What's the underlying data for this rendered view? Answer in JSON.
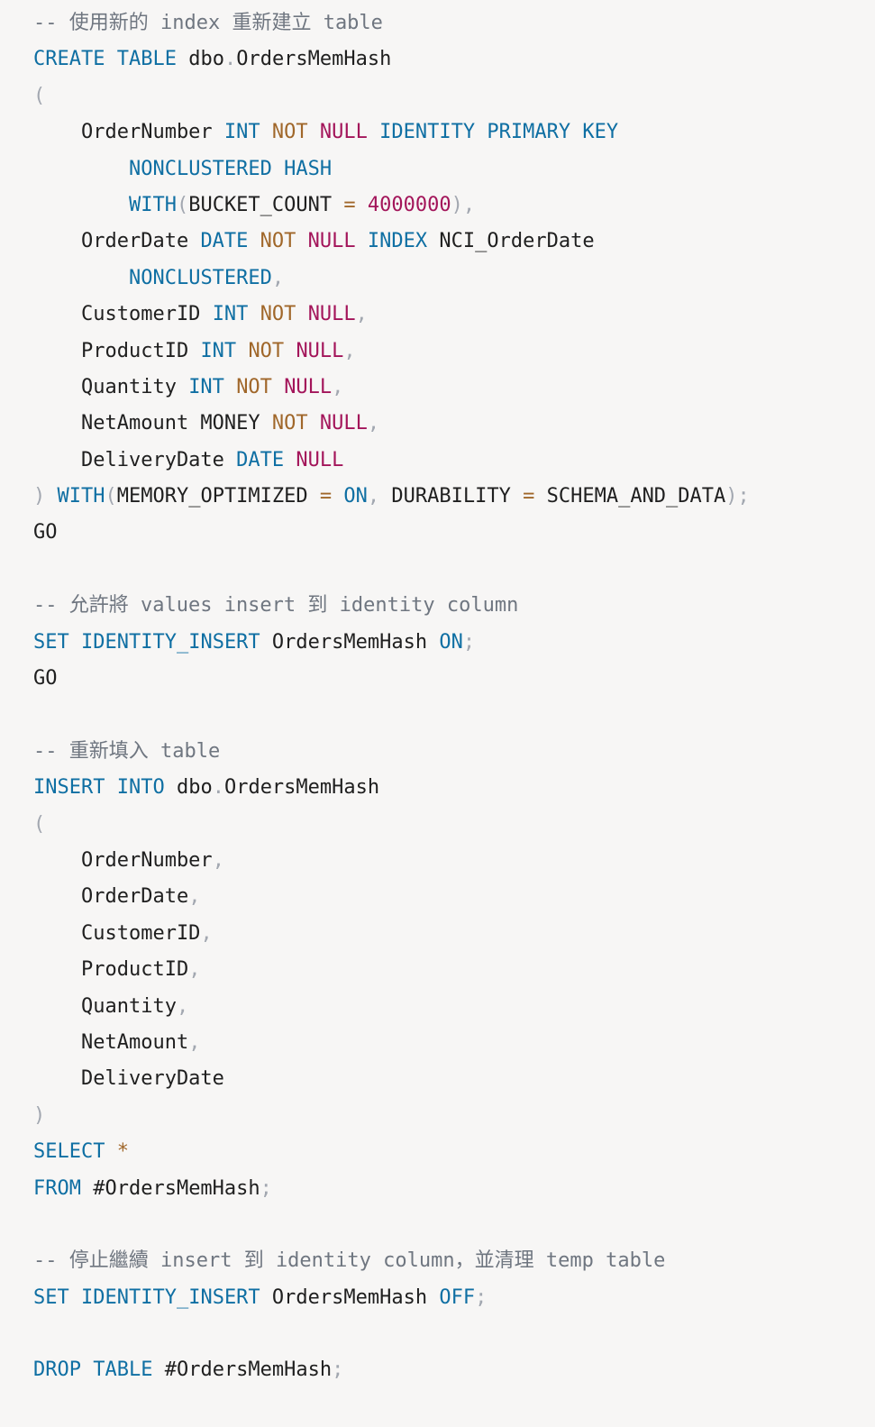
{
  "colors": {
    "background": "#f7f6f5",
    "keyword": "#0f6fa3",
    "operator": "#a0672a",
    "null_literal": "#a3155a",
    "number": "#a3155a",
    "punctuation": "#a2a7b0",
    "comment": "#6f7680",
    "identifier": "#1f1f1f"
  },
  "code": {
    "language": "sql",
    "lines": [
      [
        {
          "t": "cm",
          "v": "-- 使用新的 index 重新建立 table"
        }
      ],
      [
        {
          "t": "kw",
          "v": "CREATE"
        },
        {
          "t": "id",
          "v": " "
        },
        {
          "t": "kw",
          "v": "TABLE"
        },
        {
          "t": "id",
          "v": " dbo"
        },
        {
          "t": "punc",
          "v": "."
        },
        {
          "t": "id",
          "v": "OrdersMemHash"
        }
      ],
      [
        {
          "t": "punc",
          "v": "("
        }
      ],
      [
        {
          "t": "id",
          "v": "    OrderNumber "
        },
        {
          "t": "kw",
          "v": "INT"
        },
        {
          "t": "id",
          "v": " "
        },
        {
          "t": "op",
          "v": "NOT"
        },
        {
          "t": "id",
          "v": " "
        },
        {
          "t": "nl",
          "v": "NULL"
        },
        {
          "t": "id",
          "v": " "
        },
        {
          "t": "kw",
          "v": "IDENTITY"
        },
        {
          "t": "id",
          "v": " "
        },
        {
          "t": "kw",
          "v": "PRIMARY"
        },
        {
          "t": "id",
          "v": " "
        },
        {
          "t": "kw",
          "v": "KEY"
        }
      ],
      [
        {
          "t": "id",
          "v": "        "
        },
        {
          "t": "kw",
          "v": "NONCLUSTERED"
        },
        {
          "t": "id",
          "v": " "
        },
        {
          "t": "kw",
          "v": "HASH"
        }
      ],
      [
        {
          "t": "id",
          "v": "        "
        },
        {
          "t": "kw",
          "v": "WITH"
        },
        {
          "t": "punc",
          "v": "("
        },
        {
          "t": "id",
          "v": "BUCKET_COUNT "
        },
        {
          "t": "eq",
          "v": "="
        },
        {
          "t": "id",
          "v": " "
        },
        {
          "t": "num",
          "v": "4000000"
        },
        {
          "t": "punc",
          "v": "),"
        }
      ],
      [
        {
          "t": "id",
          "v": "    OrderDate "
        },
        {
          "t": "kw",
          "v": "DATE"
        },
        {
          "t": "id",
          "v": " "
        },
        {
          "t": "op",
          "v": "NOT"
        },
        {
          "t": "id",
          "v": " "
        },
        {
          "t": "nl",
          "v": "NULL"
        },
        {
          "t": "id",
          "v": " "
        },
        {
          "t": "kw",
          "v": "INDEX"
        },
        {
          "t": "id",
          "v": " NCI_OrderDate"
        }
      ],
      [
        {
          "t": "id",
          "v": "        "
        },
        {
          "t": "kw",
          "v": "NONCLUSTERED"
        },
        {
          "t": "punc",
          "v": ","
        }
      ],
      [
        {
          "t": "id",
          "v": "    CustomerID "
        },
        {
          "t": "kw",
          "v": "INT"
        },
        {
          "t": "id",
          "v": " "
        },
        {
          "t": "op",
          "v": "NOT"
        },
        {
          "t": "id",
          "v": " "
        },
        {
          "t": "nl",
          "v": "NULL"
        },
        {
          "t": "punc",
          "v": ","
        }
      ],
      [
        {
          "t": "id",
          "v": "    ProductID "
        },
        {
          "t": "kw",
          "v": "INT"
        },
        {
          "t": "id",
          "v": " "
        },
        {
          "t": "op",
          "v": "NOT"
        },
        {
          "t": "id",
          "v": " "
        },
        {
          "t": "nl",
          "v": "NULL"
        },
        {
          "t": "punc",
          "v": ","
        }
      ],
      [
        {
          "t": "id",
          "v": "    Quantity "
        },
        {
          "t": "kw",
          "v": "INT"
        },
        {
          "t": "id",
          "v": " "
        },
        {
          "t": "op",
          "v": "NOT"
        },
        {
          "t": "id",
          "v": " "
        },
        {
          "t": "nl",
          "v": "NULL"
        },
        {
          "t": "punc",
          "v": ","
        }
      ],
      [
        {
          "t": "id",
          "v": "    NetAmount MONEY "
        },
        {
          "t": "op",
          "v": "NOT"
        },
        {
          "t": "id",
          "v": " "
        },
        {
          "t": "nl",
          "v": "NULL"
        },
        {
          "t": "punc",
          "v": ","
        }
      ],
      [
        {
          "t": "id",
          "v": "    DeliveryDate "
        },
        {
          "t": "kw",
          "v": "DATE"
        },
        {
          "t": "id",
          "v": " "
        },
        {
          "t": "nl",
          "v": "NULL"
        }
      ],
      [
        {
          "t": "punc",
          "v": ")"
        },
        {
          "t": "id",
          "v": " "
        },
        {
          "t": "kw",
          "v": "WITH"
        },
        {
          "t": "punc",
          "v": "("
        },
        {
          "t": "id",
          "v": "MEMORY_OPTIMIZED "
        },
        {
          "t": "eq",
          "v": "="
        },
        {
          "t": "id",
          "v": " "
        },
        {
          "t": "kw",
          "v": "ON"
        },
        {
          "t": "punc",
          "v": ","
        },
        {
          "t": "id",
          "v": " DURABILITY "
        },
        {
          "t": "eq",
          "v": "="
        },
        {
          "t": "id",
          "v": " SCHEMA_AND_DATA"
        },
        {
          "t": "punc",
          "v": ");"
        }
      ],
      [
        {
          "t": "id",
          "v": "GO"
        }
      ],
      [],
      [
        {
          "t": "cm",
          "v": "-- 允許將 values insert 到 identity column"
        }
      ],
      [
        {
          "t": "kw",
          "v": "SET"
        },
        {
          "t": "id",
          "v": " "
        },
        {
          "t": "kw",
          "v": "IDENTITY_INSERT"
        },
        {
          "t": "id",
          "v": " OrdersMemHash "
        },
        {
          "t": "kw",
          "v": "ON"
        },
        {
          "t": "punc",
          "v": ";"
        }
      ],
      [
        {
          "t": "id",
          "v": "GO"
        }
      ],
      [],
      [
        {
          "t": "cm",
          "v": "-- 重新填入 table"
        }
      ],
      [
        {
          "t": "kw",
          "v": "INSERT"
        },
        {
          "t": "id",
          "v": " "
        },
        {
          "t": "kw",
          "v": "INTO"
        },
        {
          "t": "id",
          "v": " dbo"
        },
        {
          "t": "punc",
          "v": "."
        },
        {
          "t": "id",
          "v": "OrdersMemHash"
        }
      ],
      [
        {
          "t": "punc",
          "v": "("
        }
      ],
      [
        {
          "t": "id",
          "v": "    OrderNumber"
        },
        {
          "t": "punc",
          "v": ","
        }
      ],
      [
        {
          "t": "id",
          "v": "    OrderDate"
        },
        {
          "t": "punc",
          "v": ","
        }
      ],
      [
        {
          "t": "id",
          "v": "    CustomerID"
        },
        {
          "t": "punc",
          "v": ","
        }
      ],
      [
        {
          "t": "id",
          "v": "    ProductID"
        },
        {
          "t": "punc",
          "v": ","
        }
      ],
      [
        {
          "t": "id",
          "v": "    Quantity"
        },
        {
          "t": "punc",
          "v": ","
        }
      ],
      [
        {
          "t": "id",
          "v": "    NetAmount"
        },
        {
          "t": "punc",
          "v": ","
        }
      ],
      [
        {
          "t": "id",
          "v": "    DeliveryDate"
        }
      ],
      [
        {
          "t": "punc",
          "v": ")"
        }
      ],
      [
        {
          "t": "kw",
          "v": "SELECT"
        },
        {
          "t": "id",
          "v": " "
        },
        {
          "t": "op",
          "v": "*"
        }
      ],
      [
        {
          "t": "kw",
          "v": "FROM"
        },
        {
          "t": "id",
          "v": " #OrdersMemHash"
        },
        {
          "t": "punc",
          "v": ";"
        }
      ],
      [],
      [
        {
          "t": "cm",
          "v": "-- 停止繼續 insert 到 identity column，並清理 temp table"
        }
      ],
      [
        {
          "t": "kw",
          "v": "SET"
        },
        {
          "t": "id",
          "v": " "
        },
        {
          "t": "kw",
          "v": "IDENTITY_INSERT"
        },
        {
          "t": "id",
          "v": " OrdersMemHash "
        },
        {
          "t": "kw",
          "v": "OFF"
        },
        {
          "t": "punc",
          "v": ";"
        }
      ],
      [],
      [
        {
          "t": "kw",
          "v": "DROP"
        },
        {
          "t": "id",
          "v": " "
        },
        {
          "t": "kw",
          "v": "TABLE"
        },
        {
          "t": "id",
          "v": " #OrdersMemHash"
        },
        {
          "t": "punc",
          "v": ";"
        }
      ]
    ]
  }
}
